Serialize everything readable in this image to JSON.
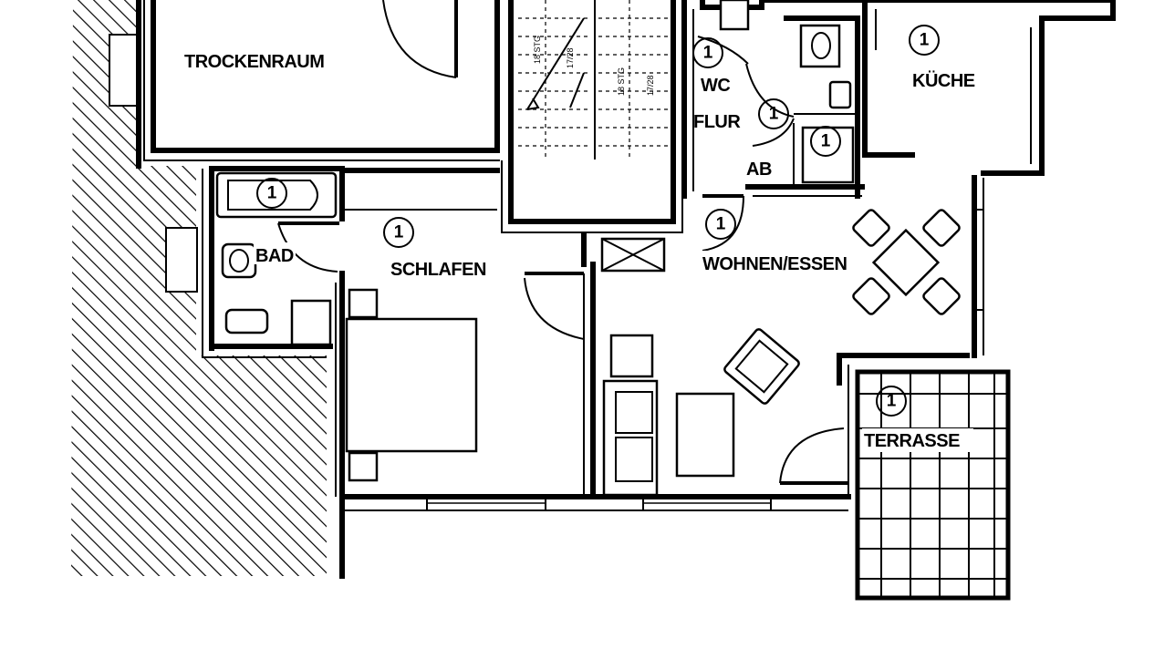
{
  "rooms": {
    "trockenraum": "TROCKENRAUM",
    "schlafen": "SCHLAFEN",
    "bad": "BAD",
    "wc": "WC",
    "flur": "FLUR",
    "ab": "AB",
    "kueche": "KÜCHE",
    "wohnen_essen": "WOHNEN/ESSEN",
    "terrasse": "TERRASSE"
  },
  "markers": {
    "wc": "1",
    "flur": "1",
    "ab": "1",
    "kueche": "1",
    "bad": "1",
    "schlafen": "1",
    "wohnen": "1",
    "terrasse": "1"
  },
  "stairs": {
    "left_count": "18 STG",
    "left_ratio": "17/28",
    "right_count": "18 STG",
    "right_ratio": "17/28"
  }
}
